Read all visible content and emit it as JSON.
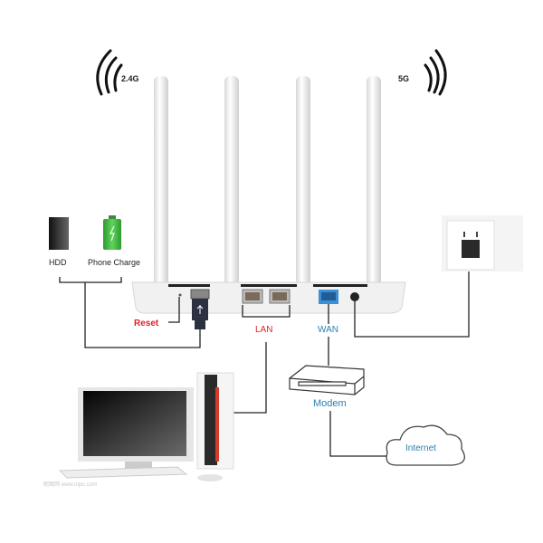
{
  "diagram": {
    "title": "Router connection diagram",
    "bands": {
      "left": "2.4G",
      "right": "5G"
    },
    "usb_devices": {
      "hdd": "HDD",
      "phone": "Phone Charge"
    },
    "ports": {
      "reset": "Reset",
      "lan": "LAN",
      "wan": "WAN"
    },
    "nodes": {
      "modem": "Modem",
      "internet": "Internet"
    },
    "watermark": "昵图网 www.nipic.com",
    "colors": {
      "red_label": "#e0202a",
      "blue_label": "#2a7fb0",
      "wan_port": "#3b8fd6",
      "battery": "#3cb43c"
    }
  }
}
